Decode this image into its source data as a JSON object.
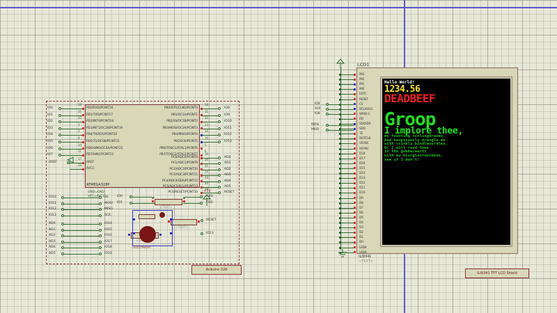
{
  "app": {
    "type": "circuit-schematic-simulation",
    "background_color": "#e6e7d6",
    "sheet_border_color": "#5b57c8"
  },
  "mcu": {
    "part_name": "ATMEGA328P",
    "group_label": "Arduino 328",
    "power_labels": [
      "GND=GND",
      "VCC=AVCC"
    ],
    "left_pins": [
      {
        "num": "30",
        "name": "PD0/RXD/PCINT16",
        "net": "IO0"
      },
      {
        "num": "31",
        "name": "PD1/TXD/PCINT17",
        "net": "IO1"
      },
      {
        "num": "32",
        "name": "PD2/INT0/PCINT18",
        "net": "IO2"
      },
      {
        "num": "1",
        "name": "PD3/INT1/OC2B/PCINT19",
        "net": "IO3"
      },
      {
        "num": "2",
        "name": "PD4/T0/XCK/PCINT20",
        "net": "IO4"
      },
      {
        "num": "9",
        "name": "PD5/T1/OC0B/PCINT21",
        "net": "IO5"
      },
      {
        "num": "10",
        "name": "PD6/AIN0/OC0A/PCINT22",
        "net": "IO6"
      },
      {
        "num": "11",
        "name": "PD7/AIN1/PCINT23",
        "net": "IO7"
      }
    ],
    "left_pins_lower": [
      {
        "num": "17",
        "name": "AREF",
        "net": "AREF"
      },
      {
        "num": "18",
        "name": "AVCC",
        "net": ""
      }
    ],
    "right_pins_b": [
      {
        "num": "10",
        "name": "PB0/ICP1/CLKO/PCINT0",
        "net": "IO8"
      },
      {
        "num": "11",
        "name": "PB1/OC1A/PCINT1",
        "net": "IO9"
      },
      {
        "num": "12",
        "name": "PB2/SS/OC1B/PCINT2",
        "net": "IO10"
      },
      {
        "num": "13",
        "name": "PB3/MOSI/OC2A/PCINT3",
        "net": "IO11"
      },
      {
        "num": "14",
        "name": "PB4/MISO/PCINT4",
        "net": "IO12"
      },
      {
        "num": "15",
        "name": "PB5/SCK/PCINT5",
        "net": "IO13"
      },
      {
        "num": "5",
        "name": "PB6/TOSC1/XTAL1/PCINT6",
        "net": ""
      },
      {
        "num": "6",
        "name": "PB7/TOSC2/XTAL2/PCINT7",
        "net": ""
      }
    ],
    "right_pins_c": [
      {
        "num": "19",
        "name": "PC0/ADC0/PCINT8",
        "net": "AD0"
      },
      {
        "num": "20",
        "name": "PC1/ADC1/PCINT9",
        "net": "AD1"
      },
      {
        "num": "21",
        "name": "PC2/ADC2/PCINT10",
        "net": "AD2"
      },
      {
        "num": "22",
        "name": "PC3/ADC3/PCINT11",
        "net": "AD3"
      },
      {
        "num": "23",
        "name": "PC4/ADC4/SDA/PCINT12",
        "net": "AD4"
      },
      {
        "num": "24",
        "name": "PC5/ADC5/SCL/PCINT13",
        "net": "AD5"
      },
      {
        "num": "29",
        "name": "PC6/RESET/PCINT14",
        "net": "RESET"
      }
    ]
  },
  "breakout": {
    "spi_map": [
      {
        "left": "IO10",
        "right": "SS"
      },
      {
        "left": "IO11",
        "right": "MOSI"
      },
      {
        "left": "IO12",
        "right": "MISO"
      },
      {
        "left": "IO13",
        "right": "SCK"
      }
    ],
    "analog_map": [
      {
        "left": "AD0",
        "right": "IO14"
      },
      {
        "left": "AD1",
        "right": "IO15"
      },
      {
        "left": "AD2",
        "right": "IO16"
      },
      {
        "left": "AD3",
        "right": "IO17"
      },
      {
        "left": "AD4",
        "right": "IO18"
      },
      {
        "left": "AD5",
        "right": "IO19"
      }
    ],
    "serial_map": [
      {
        "left": "IO0",
        "right": "RXD"
      },
      {
        "left": "IO1",
        "right": "TXD"
      }
    ],
    "misc_nets": [
      "RESET",
      "IO13"
    ],
    "power_label": "+5V",
    "switch_label": "LED1/Reset",
    "text_placeholder": "<TEXT>"
  },
  "lcd": {
    "ref": "LCD1",
    "part_name": "ILI9341",
    "tag_label": "ILI9341 TFT LCD Shield",
    "text_placeholder": "<TEXT>",
    "pins": [
      "IM3",
      "IM2",
      "IM1",
      "IM0",
      "EXTC",
      "RESET",
      "CS",
      "DCLK/SCL",
      "WR/D-C",
      "RD",
      "SDI/SDA",
      "SDO",
      "TE",
      "DOTCLK",
      "VSYNC",
      "HSYNC",
      "D18",
      "D17",
      "D16",
      "D15",
      "D14",
      "D13",
      "D12",
      "D11",
      "D10",
      "D9",
      "D8",
      "D7",
      "D6",
      "D5",
      "D4",
      "D3",
      "D2",
      "D1",
      "D0",
      "LEDK",
      "LEDA"
    ],
    "bus_nets": [
      "IO9",
      "SCK",
      "IO8",
      "MOSI",
      "MISO"
    ],
    "screen": {
      "hello": "Hello World!",
      "number": "1234.56",
      "hexword": "DEADBEEF",
      "big_word": "Groop",
      "subtitle": "I implore thee,",
      "poem": [
        "my foonting turlingdromes.",
        "And hooptiously drangle me",
        "with crinkly bindlewurdles,",
        "Or I will rend thee",
        "in the gobberwarts",
        "with my blurglecruncheon,",
        "see if I don't!"
      ],
      "colors": {
        "hello": "#ffffff",
        "number": "#f2e42a",
        "hexword": "#ef2020",
        "big_word": "#20e020",
        "subtitle": "#20e020",
        "poem": "#20c020",
        "background": "#000000"
      }
    }
  }
}
